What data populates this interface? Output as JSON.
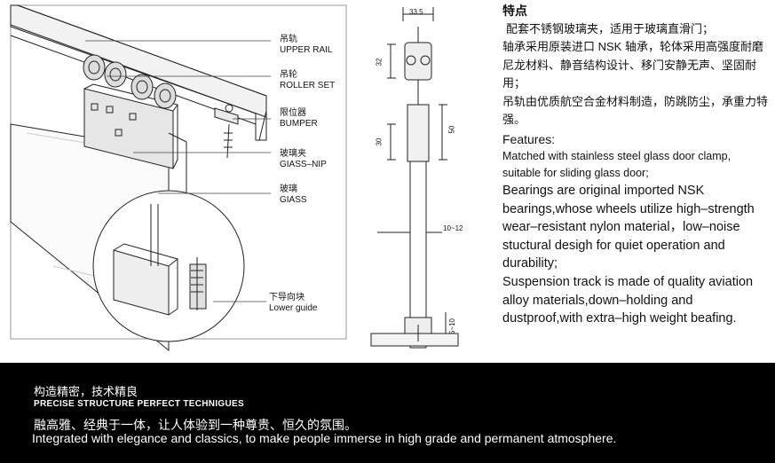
{
  "labels": {
    "upper_rail_cn": "吊轨",
    "upper_rail_en": "UPPER RAIL",
    "roller_cn": "吊轮",
    "roller_en": "ROLLER SET",
    "bumper_cn": "限位器",
    "bumper_en": "BUMPER",
    "nip_cn": "玻璃夹",
    "nip_en": "GIASS–NIP",
    "glass_cn": "玻璃",
    "glass_en": "GIASS",
    "guide_cn": "下导向块",
    "guide_en": "Lower guide"
  },
  "dimensions": {
    "width_top": "33.5",
    "height_32": "32",
    "height_30": "30",
    "height_50": "50",
    "glass_thickness": "10~12",
    "gap": "5~10"
  },
  "spec": {
    "heading_cn": "特点",
    "cn_items": [
      "配套不锈钢玻璃夹，适用于玻璃直滑门；",
      "轴承采用原装进口 NSK 轴承，轮体采用高强度耐磨尼龙材料、静音结构设计、移门安静无声、坚固耐用；",
      "吊轨由优质航空合金材料制造，防跳防尘，承重力特强。"
    ],
    "heading_en": "Features:",
    "en_item_1": "Matched with stainless steel glass door clamp, suitable for sliding glass door;",
    "en_item_2": "Bearings are original imported NSK bearings,whose wheels utilize high–strength wear–resistant nylon material，low–noise stuctural desigh for quiet operation and durability;",
    "en_item_3": "Suspension track is made of quality aviation alloy materials,down–holding and dustproof,with extra–high weight beafing."
  },
  "banner": {
    "title_cn": "构造精密，技术精良",
    "title_en": "PRECISE STRUCTURE PERFECT TECHNIGUES",
    "line_cn": "融高雅、经典于一体，让人体验到一种尊贵、恒久的氛围。",
    "line_en": "Integrated with elegance and classics, to make people immerse in high grade and permanent atmosphere."
  }
}
